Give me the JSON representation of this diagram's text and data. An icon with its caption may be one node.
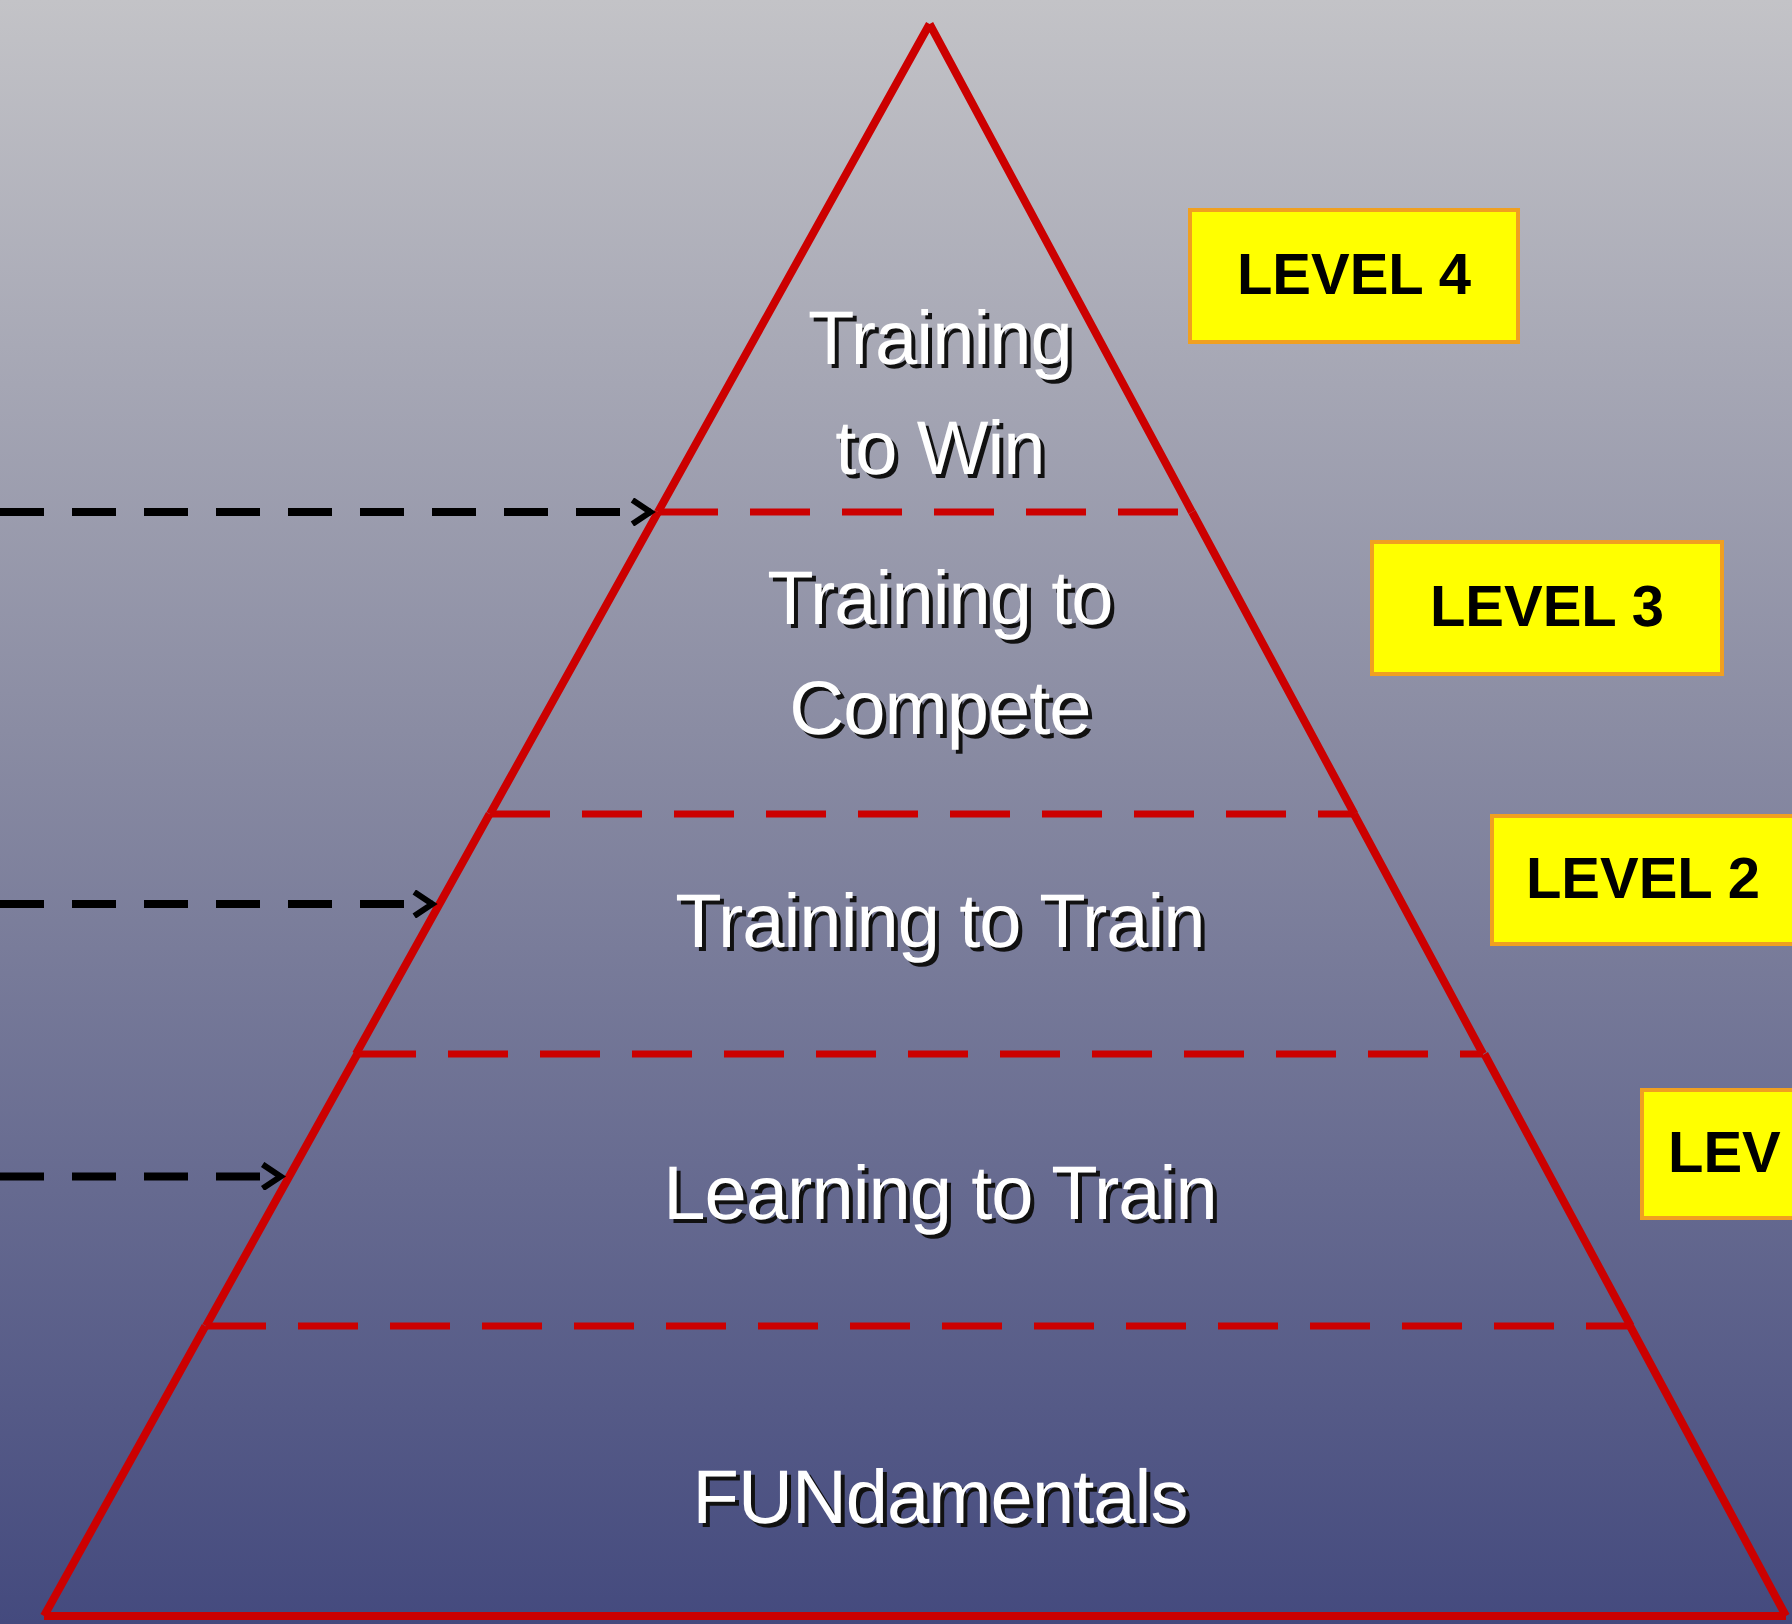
{
  "diagram": {
    "nodes": [
      {
        "text": [
          "Training to Win"
        ]
      },
      {
        "text": [
          "Training to Compete"
        ]
      },
      {
        "text": [
          "Training to Train"
        ]
      },
      {
        "text": [
          "Learning to Train"
        ]
      },
      {
        "text": [
          "FUNdamentals"
        ]
      },
      {
        "text": [
          "LEVEL 4"
        ]
      },
      {
        "text": [
          "LEVEL 3"
        ]
      },
      {
        "text": [
          "LEVEL 2"
        ]
      },
      {
        "text": [
          "LEV"
        ]
      }
    ],
    "edges": [
      {
        "from": null,
        "to": 1,
        "arrow": "to",
        "style": "dashed"
      },
      {
        "from": null,
        "to": 2,
        "arrow": "to",
        "style": "dashed"
      },
      {
        "from": null,
        "to": 3,
        "arrow": "to",
        "style": "dashed"
      }
    ]
  }
}
